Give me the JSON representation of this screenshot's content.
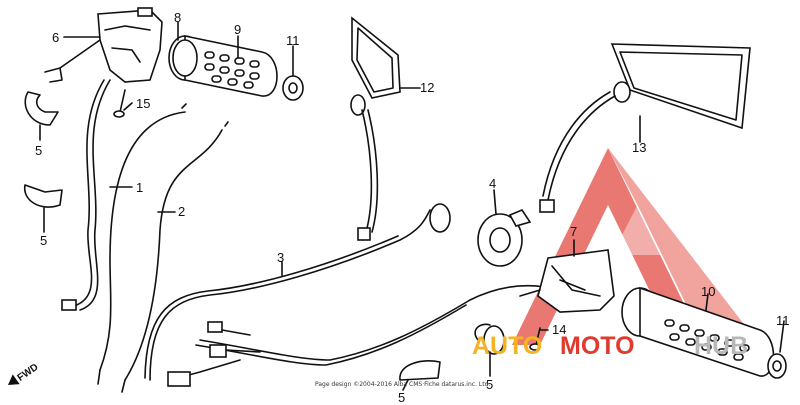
{
  "parts": [
    {
      "id": "1",
      "label": "1"
    },
    {
      "id": "2",
      "label": "2"
    },
    {
      "id": "3",
      "label": "3"
    },
    {
      "id": "4",
      "label": "4"
    },
    {
      "id": "5",
      "label": "5"
    },
    {
      "id": "6",
      "label": "6"
    },
    {
      "id": "7",
      "label": "7"
    },
    {
      "id": "8",
      "label": "8"
    },
    {
      "id": "9",
      "label": "9"
    },
    {
      "id": "10",
      "label": "10"
    },
    {
      "id": "11",
      "label": "11"
    },
    {
      "id": "12",
      "label": "12"
    },
    {
      "id": "13",
      "label": "13"
    },
    {
      "id": "14",
      "label": "14"
    },
    {
      "id": "15",
      "label": "15"
    }
  ],
  "fwd_label": "FWD",
  "watermark": {
    "part1": "AUTO",
    "part2": "MOTO",
    "part3": "HUB",
    "red": "#e03a2f",
    "yellow": "#f5b324",
    "grey": "#b8b8b8"
  },
  "footer_text": "Page design  ©2004-2016 Alba CMS·Fiche datarus.inc. Ltd."
}
